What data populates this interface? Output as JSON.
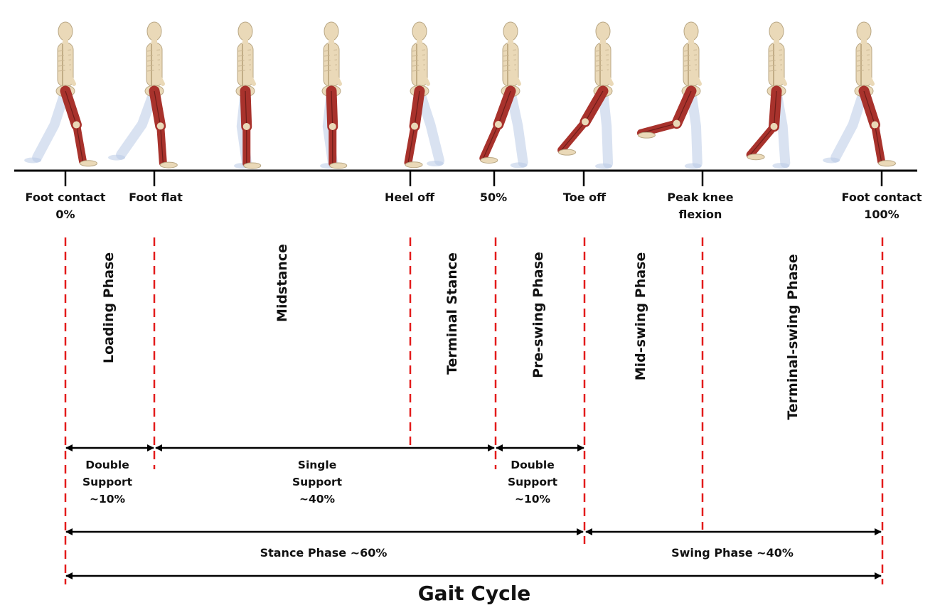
{
  "figure": {
    "title": "Gait Cycle",
    "colors": {
      "baseline": "#000000",
      "divider": "#e31b1b",
      "muscle": "#a8322c",
      "bone": "#ead9b8",
      "ghost": "#b9cbe6"
    }
  },
  "events": [
    {
      "id": "foot-contact-0",
      "line1": "Foot contact",
      "line2": "0%"
    },
    {
      "id": "foot-flat",
      "line1": "Foot flat",
      "line2": ""
    },
    {
      "id": "heel-off",
      "line1": "Heel off",
      "line2": ""
    },
    {
      "id": "fifty-percent",
      "line1": "50%",
      "line2": ""
    },
    {
      "id": "toe-off",
      "line1": "Toe off",
      "line2": ""
    },
    {
      "id": "peak-knee-flexion",
      "line1": "Peak knee",
      "line2": "flexion"
    },
    {
      "id": "foot-contact-100",
      "line1": "Foot contact",
      "line2": "100%"
    }
  ],
  "phases": [
    {
      "id": "loading",
      "label": "Loading Phase"
    },
    {
      "id": "midstance",
      "label": "Midstance"
    },
    {
      "id": "terminal-stance",
      "label": "Terminal Stance"
    },
    {
      "id": "pre-swing",
      "label": "Pre-swing Phase"
    },
    {
      "id": "mid-swing",
      "label": "Mid-swing Phase"
    },
    {
      "id": "terminal-swing",
      "label": "Terminal-swing Phase"
    }
  ],
  "supports": [
    {
      "id": "double-support-1",
      "line1": "Double",
      "line2": "Support",
      "line3": "~10%"
    },
    {
      "id": "single-support",
      "line1": "Single",
      "line2": "Support",
      "line3": "~40%"
    },
    {
      "id": "double-support-2",
      "line1": "Double",
      "line2": "Support",
      "line3": "~10%"
    }
  ],
  "spans": {
    "stance": "Stance Phase ~60%",
    "swing": "Swing Phase ~40%"
  },
  "figures": [
    {
      "name": "walker-1",
      "pose": "contact"
    },
    {
      "name": "walker-2",
      "pose": "flat"
    },
    {
      "name": "walker-3",
      "pose": "mid"
    },
    {
      "name": "walker-4",
      "pose": "mid"
    },
    {
      "name": "walker-5",
      "pose": "heeloff"
    },
    {
      "name": "walker-6",
      "pose": "preswing"
    },
    {
      "name": "walker-7",
      "pose": "toeoff"
    },
    {
      "name": "walker-8",
      "pose": "peakflex"
    },
    {
      "name": "walker-9",
      "pose": "midswing"
    },
    {
      "name": "walker-10",
      "pose": "contact"
    }
  ]
}
